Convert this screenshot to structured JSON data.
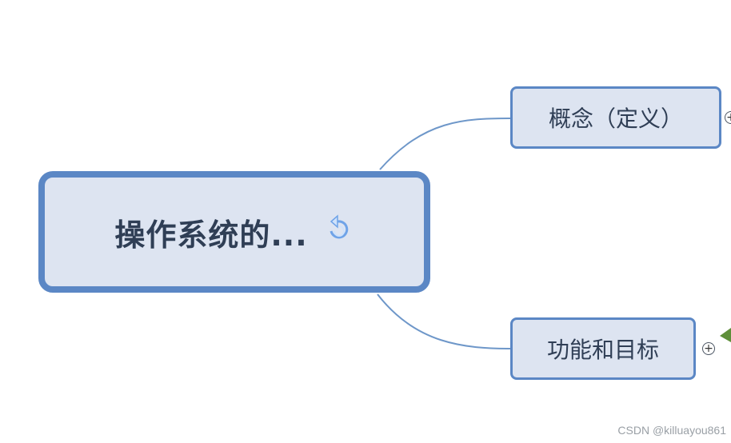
{
  "root": {
    "label": "操作系统的...",
    "icon": "refresh-icon"
  },
  "children": [
    {
      "label": "概念（定义）",
      "expand_symbol": "+"
    },
    {
      "label": "功能和目标",
      "expand_symbol": "+"
    }
  ],
  "colors": {
    "node_fill": "#dde4f1",
    "node_border": "#5b87c5",
    "connector": "#6e97c9",
    "text": "#2f3e55",
    "arrow": "#5f8f3a"
  },
  "watermark": "CSDN @killuayou861"
}
